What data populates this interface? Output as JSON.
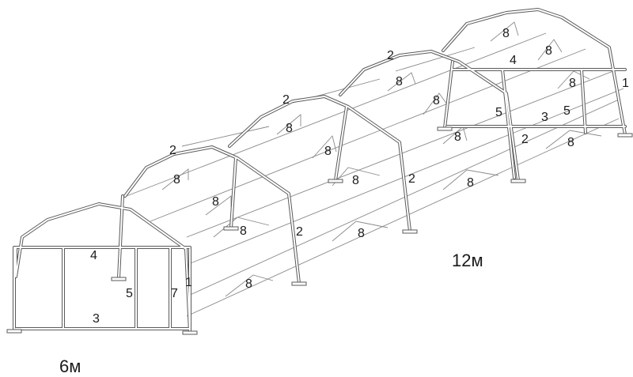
{
  "diagram": {
    "part_labels": {
      "arch_rafter": "2",
      "corner_post": "1",
      "top_beam": "4",
      "bottom_beam": "3",
      "middle_post": "5",
      "door_post": "7",
      "side_brace": "8"
    },
    "dimensions": {
      "width": "6м",
      "length": "12м"
    }
  }
}
